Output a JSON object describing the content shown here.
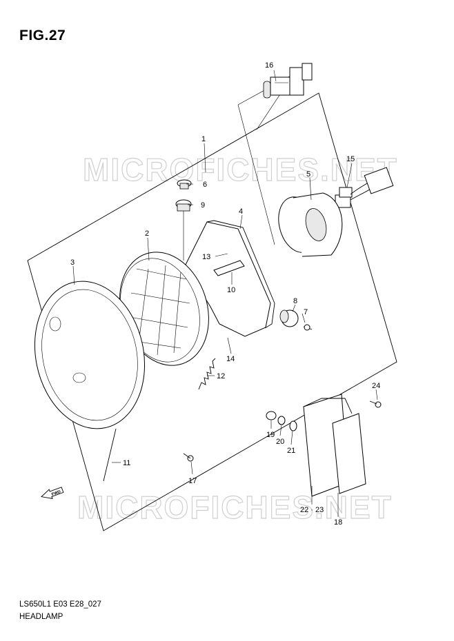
{
  "figure": {
    "title": "FIG.27"
  },
  "footer": {
    "model_code": "LS650L1 E03 E28_027",
    "section_name": "HEADLAMP"
  },
  "watermark": {
    "text": "MICROFICHES.NET"
  },
  "direction_arrow": {
    "label": "FWD"
  },
  "callouts": [
    {
      "id": "c16",
      "label": "16"
    },
    {
      "id": "c1",
      "label": "1"
    },
    {
      "id": "c15",
      "label": "15"
    },
    {
      "id": "c5",
      "label": "5"
    },
    {
      "id": "c6",
      "label": "6"
    },
    {
      "id": "c9",
      "label": "9"
    },
    {
      "id": "c4",
      "label": "4"
    },
    {
      "id": "c2",
      "label": "2"
    },
    {
      "id": "c3",
      "label": "3"
    },
    {
      "id": "c13",
      "label": "13"
    },
    {
      "id": "c10",
      "label": "10"
    },
    {
      "id": "c8",
      "label": "8"
    },
    {
      "id": "c7",
      "label": "7"
    },
    {
      "id": "c14",
      "label": "14"
    },
    {
      "id": "c12",
      "label": "12"
    },
    {
      "id": "c24",
      "label": "24"
    },
    {
      "id": "c19",
      "label": "19"
    },
    {
      "id": "c20",
      "label": "20"
    },
    {
      "id": "c21",
      "label": "21"
    },
    {
      "id": "c11",
      "label": "11"
    },
    {
      "id": "c17",
      "label": "17"
    },
    {
      "id": "c2223",
      "label": "22 · 23"
    },
    {
      "id": "c18",
      "label": "18"
    }
  ]
}
